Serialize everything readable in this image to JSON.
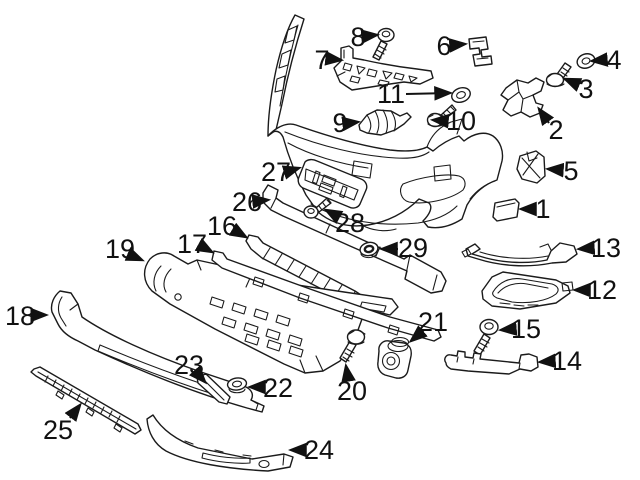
{
  "diagram": {
    "type": "exploded-parts-diagram",
    "background_color": "#ffffff",
    "line_color": "#1b1b1b",
    "label_color": "#111111",
    "callouts": [
      {
        "number": "1"
      },
      {
        "number": "2"
      },
      {
        "number": "3"
      },
      {
        "number": "4"
      },
      {
        "number": "5"
      },
      {
        "number": "6"
      },
      {
        "number": "7"
      },
      {
        "number": "8"
      },
      {
        "number": "9"
      },
      {
        "number": "10"
      },
      {
        "number": "11"
      },
      {
        "number": "12"
      },
      {
        "number": "13"
      },
      {
        "number": "14"
      },
      {
        "number": "15"
      },
      {
        "number": "16"
      },
      {
        "number": "17"
      },
      {
        "number": "18"
      },
      {
        "number": "19"
      },
      {
        "number": "20"
      },
      {
        "number": "21"
      },
      {
        "number": "22"
      },
      {
        "number": "23"
      },
      {
        "number": "24"
      },
      {
        "number": "25"
      },
      {
        "number": "26"
      },
      {
        "number": "27"
      },
      {
        "number": "28"
      },
      {
        "number": "29"
      }
    ]
  }
}
